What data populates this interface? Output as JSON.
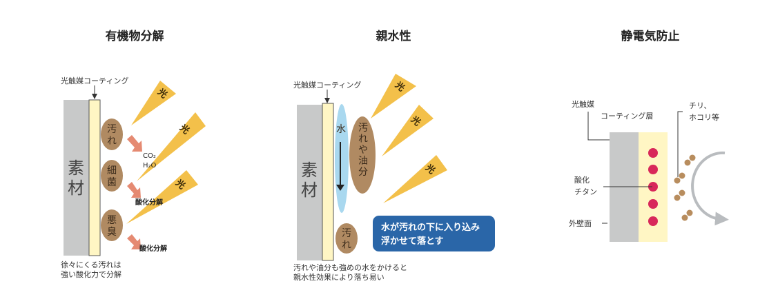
{
  "colors": {
    "substrate": "#c8c9c9",
    "coating": "#fff6c4",
    "dirt": "#b08a62",
    "light": "#f3c04a",
    "arrow": "#e58a72",
    "water": "#a9d8ef",
    "info_box": "#2a66a8",
    "titanium": "#d8285a",
    "dust": "#b88d5e",
    "flow_arrow": "#b9bcbf"
  },
  "panels": {
    "organic": {
      "title": "有機物分解",
      "coating_label": "光触媒コーティング",
      "substrate": [
        "素",
        "材"
      ],
      "light": "光",
      "dirt": [
        "汚",
        "れ"
      ],
      "bacteria": [
        "細",
        "菌"
      ],
      "odor": [
        "悪",
        "臭"
      ],
      "co2": "CO₂",
      "h2o": "H₂O",
      "decompose1": "酸化分解",
      "decompose2": "酸化分解",
      "caption": [
        "徐々にくる汚れは",
        "強い酸化力で分解"
      ]
    },
    "hydrophilic": {
      "title": "親水性",
      "coating_label": "光触媒コーティング",
      "substrate": [
        "素",
        "材"
      ],
      "light": "光",
      "water": "水",
      "dirt_oil": [
        "汚",
        "れ",
        "や",
        "油",
        "分"
      ],
      "dirt": [
        "汚",
        "れ"
      ],
      "info": [
        "水が汚れの下に入り込み",
        "浮かせて落とす"
      ],
      "caption": [
        "汚れや油分も強めの水をかけると",
        "親水性効果により落ち易い"
      ]
    },
    "antistatic": {
      "title": "静電気防止",
      "photocatalyst": "光触媒",
      "coating_layer": "コーティング層",
      "titanium": [
        "酸化",
        "チタン"
      ],
      "wall": "外壁面",
      "dust": [
        "チリ、",
        "ホコリ等"
      ]
    }
  }
}
